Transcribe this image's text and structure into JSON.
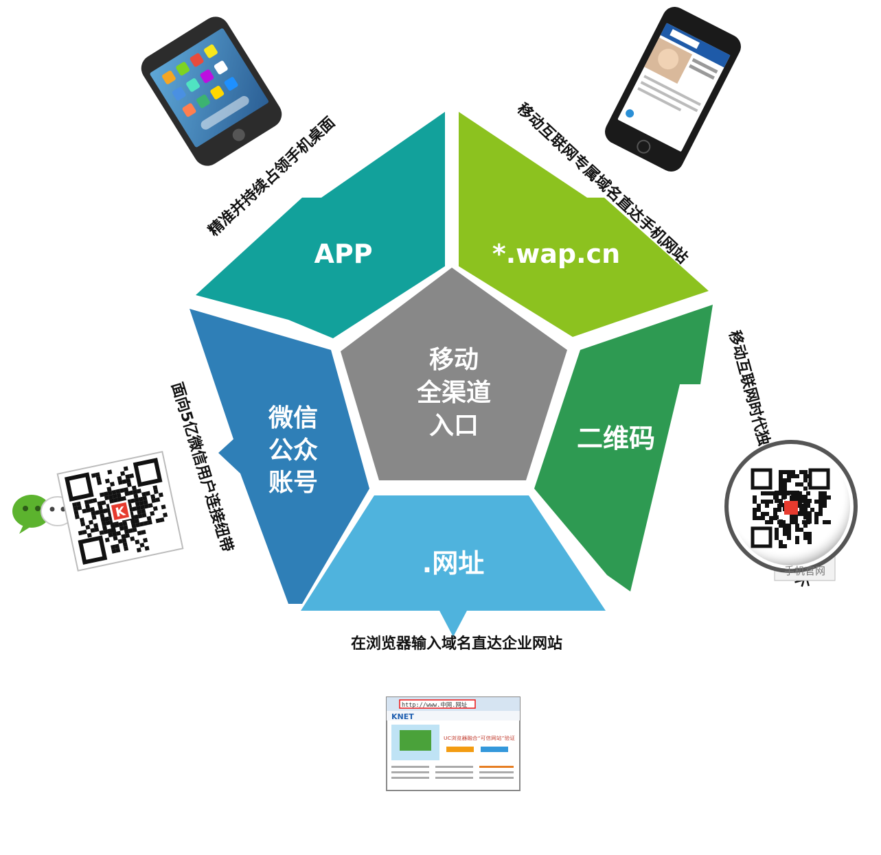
{
  "center": {
    "lines": [
      "移动",
      "全渠道",
      "入口"
    ]
  },
  "segments": {
    "app": {
      "label": "APP",
      "color": "#12a19b"
    },
    "wap": {
      "label": "*.wap.cn",
      "color": "#8cc21f"
    },
    "qr": {
      "label": "二维码",
      "color": "#2e9a52"
    },
    "url": {
      "label": ".网址",
      "color": "#4fb3dd"
    },
    "wechat": {
      "lines": [
        "微信",
        "公众",
        "账号"
      ],
      "color": "#2f7fb7"
    }
  },
  "captions": {
    "app": "精准并持续占领手机桌面",
    "wap": "移动互联网专属域名直达手机网站",
    "qr": "移动互联网时代独有入口，打通线上线下",
    "url": "在浏览器输入域名直达企业网站",
    "wechat": "面向5亿微信用户连接纽带"
  },
  "illustrations": {
    "qr_tag": "手机官网",
    "browser_address": "http://www.中网.网址",
    "browser_logo": "KNET",
    "browser_banner": "UC浏览器融合“可信网站”验证"
  },
  "colors": {
    "center": "#888888",
    "caption": "#111111"
  }
}
